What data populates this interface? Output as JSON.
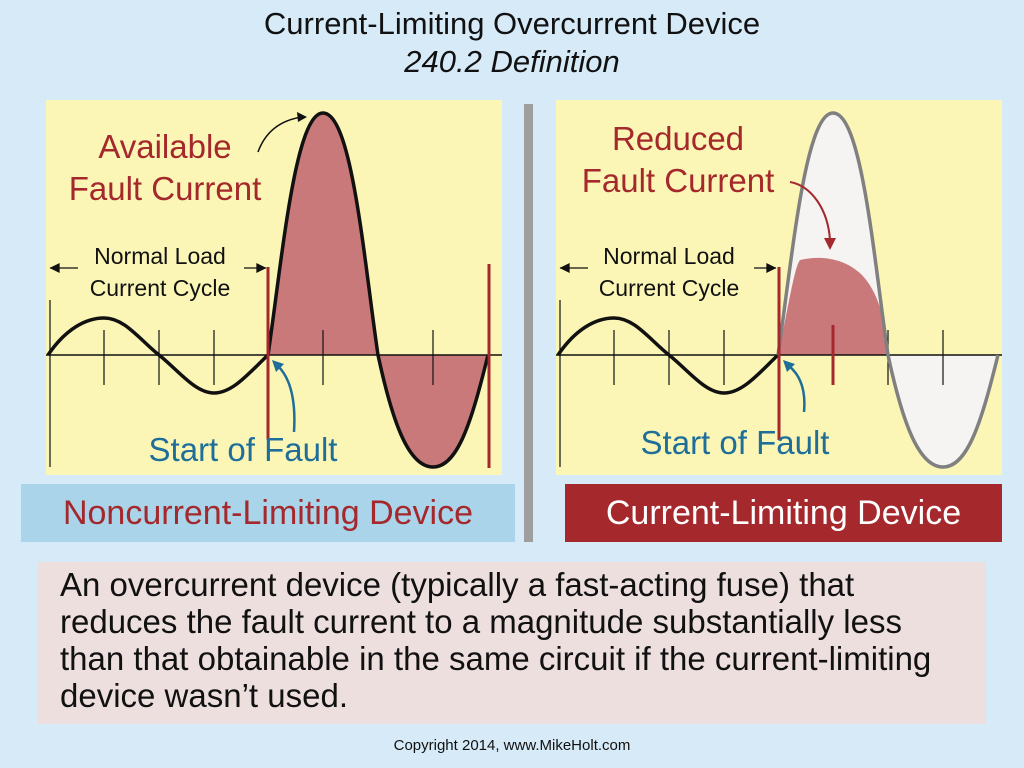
{
  "header": {
    "title": "Current-Limiting Overcurrent Device",
    "subtitle": "240.2 Definition"
  },
  "left_panel": {
    "fault_label_line1": "Available",
    "fault_label_line2": "Fault Current",
    "normal_load_line1": "Normal Load",
    "normal_load_line2": "Current Cycle",
    "start_of_fault": "Start of Fault",
    "device_label": "Noncurrent-Limiting Device"
  },
  "right_panel": {
    "fault_label_line1": "Reduced",
    "fault_label_line2": "Fault Current",
    "normal_load_line1": "Normal Load",
    "normal_load_line2": "Current Cycle",
    "start_of_fault": "Start of Fault",
    "device_label": "Current-Limiting Device"
  },
  "definition": {
    "text": "An overcurrent device (typically a fast-acting fuse) that reduces the fault current to a magnitude substantially less than that obtainable in the same circuit if the current-limiting device wasn’t used."
  },
  "footer": {
    "copyright": "Copyright 2014, www.MikeHolt.com"
  },
  "colors": {
    "background": "#d6eaf8",
    "panel": "#fbf6b5",
    "fault_fill": "#c9797a",
    "dark_red": "#a4282c",
    "blue_text": "#1f6e9a",
    "waveform": "#111111",
    "unused_wave": "#808080"
  }
}
